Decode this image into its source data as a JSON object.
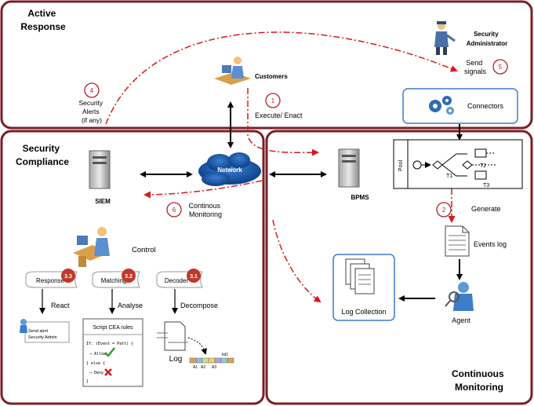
{
  "regions": {
    "active_response": "Active\nResponse",
    "security_compliance": "Security\nCompliance",
    "continuous_monitoring": "Continuous\nMonitoring"
  },
  "nodes": {
    "customers": "Customers",
    "security_admin": "Security\nAdministrator",
    "connectors": "Connectors",
    "network": "Network",
    "siem": "SIEM",
    "bpms": "BPMS",
    "events_log": "Events log",
    "log_collection": "Log Collection",
    "agent": "Agent",
    "control": "Control",
    "response": "Response",
    "matching": "Matching",
    "decoder": "Decoder",
    "log": "Log"
  },
  "steps": {
    "s1": {
      "num": "1",
      "label": "Execute/ Enact"
    },
    "s2": {
      "num": "2",
      "label": "Generate"
    },
    "s3_1": {
      "num": "3.1",
      "label": "Decompose"
    },
    "s3_2": {
      "num": "3.2",
      "label": "Analyse"
    },
    "s3_3": {
      "num": "3.3",
      "label": "React"
    },
    "s4": {
      "num": "4",
      "label": "Security\nAlerts\n(if any)"
    },
    "s5": {
      "num": "5",
      "label": "Send\nsignals"
    },
    "s6": {
      "num": "6",
      "label": "Continous\nMonitoring"
    }
  },
  "rules_box": {
    "title": "Script CEA rules",
    "lines": [
      "If: (Event = Patt) {",
      "→ Allow",
      "} else {",
      "→ Deny",
      "}"
    ]
  },
  "alert_box": "Send alert\nSecurity Admin",
  "process": {
    "pool": "Pool",
    "t1": "T1",
    "t2": "T2",
    "t3": "T3"
  },
  "log_strip": {
    "tid": "tid1",
    "cols": [
      "A1",
      "A2",
      "A3"
    ]
  },
  "colors": {
    "frame": "#7b1f25",
    "flow_red": "#d9191e",
    "step_circle": "#b3232a",
    "connectors_border": "#3d7cc9",
    "logcoll_border": "#3d7cc9"
  }
}
